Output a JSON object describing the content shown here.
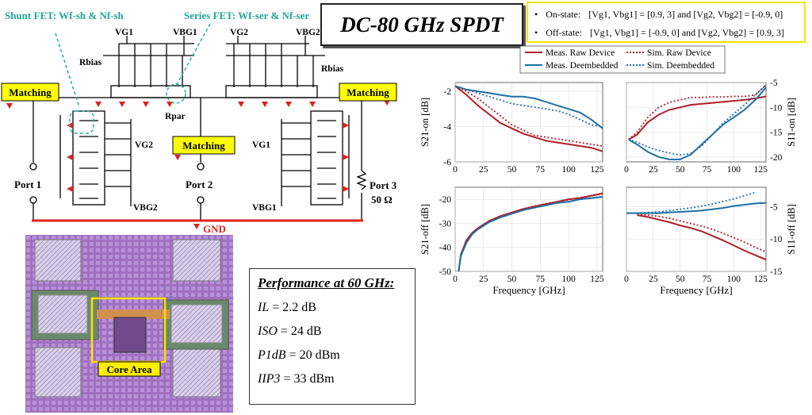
{
  "title": "DC-80 GHz SPDT",
  "states": {
    "on": {
      "bullet": "•",
      "label": "On-state:",
      "value": "[Vg1, Vbg1] = [0.9, 3] and [Vg2, Vbg2] = [-0.9, 0]"
    },
    "off": {
      "bullet": "•",
      "label": "Off-state:",
      "value": "[Vg1, Vbg1] = [-0.9, 0] and [Vg2, Vbg2] = [0.9, 3]"
    }
  },
  "circuit": {
    "shunt_label": "Shunt FET: Wf-sh & Nf-sh",
    "series_label": "Series FET: Wf-ser & Nf-ser",
    "matching": "Matching",
    "vg1": "VG1",
    "vbg1": "VBG1",
    "vg2": "VG2",
    "vbg2": "VBG2",
    "rbias": "Rbias",
    "rpar": "Rpar",
    "port1": "Port 1",
    "port2": "Port 2",
    "port3": "Port 3",
    "port3_res": "50 Ω",
    "gnd": "GND"
  },
  "die": {
    "core_label": "Core Area"
  },
  "performance": {
    "title": "Performance at 60 GHz:",
    "items": [
      {
        "name": "IL",
        "value": "= 2.2 dB"
      },
      {
        "name": "ISO",
        "value": "= 24 dB"
      },
      {
        "name": "P1dB",
        "value": "= 20 dBm"
      },
      {
        "name": "IIP3",
        "value": "= 33 dBm"
      }
    ]
  },
  "legend": [
    {
      "label": "Meas. Raw Device",
      "color": "#b01e28",
      "style": "solid"
    },
    {
      "label": "Sim. Raw Device",
      "color": "#b01e28",
      "style": "dotted"
    },
    {
      "label": "Meas. Deembedded",
      "color": "#1f6fa3",
      "style": "solid"
    },
    {
      "label": "Sim. Deembedded",
      "color": "#1f6fa3",
      "style": "dotted"
    }
  ],
  "chart_data": [
    {
      "type": "line",
      "ylabel": "S21-on [dB]",
      "xlabel": "",
      "xlim": [
        0,
        130
      ],
      "ylim": [
        -6,
        -1.5
      ],
      "xticks": [
        0,
        25,
        50,
        75,
        100,
        125
      ],
      "yticks": [
        -2,
        -4,
        -6
      ],
      "yaxis": "left",
      "grid": true,
      "series": [
        {
          "x": [
            0,
            10,
            20,
            30,
            40,
            50,
            60,
            70,
            80,
            90,
            100,
            110,
            120,
            130
          ],
          "y": [
            -1.7,
            -2.2,
            -2.8,
            -3.3,
            -3.8,
            -4.1,
            -4.4,
            -4.6,
            -4.8,
            -4.9,
            -5.0,
            -5.1,
            -5.2,
            -5.4
          ]
        },
        {
          "x": [
            0,
            10,
            20,
            30,
            40,
            50,
            60,
            70,
            80,
            90,
            100,
            110,
            120,
            130
          ],
          "y": [
            -1.7,
            -2.0,
            -2.4,
            -2.9,
            -3.4,
            -3.9,
            -4.2,
            -4.5,
            -4.6,
            -4.7,
            -4.8,
            -4.9,
            -5.0,
            -5.1
          ]
        },
        {
          "x": [
            0,
            10,
            20,
            30,
            40,
            50,
            60,
            70,
            80,
            90,
            100,
            110,
            120,
            130
          ],
          "y": [
            -1.7,
            -1.9,
            -2.0,
            -2.1,
            -2.2,
            -2.3,
            -2.3,
            -2.4,
            -2.6,
            -2.8,
            -3.0,
            -3.2,
            -3.6,
            -4.1
          ]
        },
        {
          "x": [
            0,
            10,
            20,
            30,
            40,
            50,
            60,
            70,
            80,
            90,
            100,
            110,
            120,
            130
          ],
          "y": [
            -1.7,
            -1.9,
            -2.1,
            -2.3,
            -2.5,
            -2.7,
            -2.8,
            -2.9,
            -3.0,
            -3.1,
            -3.3,
            -3.6,
            -3.9,
            -4.0
          ]
        }
      ]
    },
    {
      "type": "line",
      "ylabel": "S11-on [dB]",
      "xlabel": "",
      "xlim": [
        0,
        130
      ],
      "ylim": [
        -21,
        -5
      ],
      "xticks": [
        0,
        25,
        50,
        75,
        100,
        125
      ],
      "yticks": [
        -5,
        -10,
        -15,
        -20
      ],
      "yaxis": "right",
      "grid": true,
      "series": [
        {
          "x": [
            2,
            10,
            20,
            30,
            40,
            50,
            60,
            70,
            80,
            90,
            100,
            110,
            120,
            130
          ],
          "y": [
            -16.5,
            -15.5,
            -13,
            -11.5,
            -10.5,
            -10,
            -9.5,
            -9.3,
            -9.1,
            -8.9,
            -8.7,
            -8.5,
            -8.2,
            -7.8
          ]
        },
        {
          "x": [
            2,
            10,
            20,
            30,
            40,
            50,
            60,
            70,
            80,
            90,
            100,
            110,
            120,
            130
          ],
          "y": [
            -16.5,
            -15,
            -12,
            -10,
            -9,
            -8.5,
            -8,
            -8,
            -7.9,
            -7.9,
            -7.8,
            -7.8,
            -7.5,
            -5.5
          ]
        },
        {
          "x": [
            2,
            10,
            20,
            30,
            40,
            50,
            60,
            70,
            80,
            90,
            100,
            110,
            120,
            130
          ],
          "y": [
            -16.5,
            -17.5,
            -19,
            -20,
            -20.5,
            -20.5,
            -19.5,
            -17.5,
            -15.5,
            -13.5,
            -12,
            -10.5,
            -8.5,
            -6
          ]
        },
        {
          "x": [
            2,
            10,
            20,
            30,
            40,
            50,
            60,
            70,
            80,
            90,
            100,
            110,
            120,
            130
          ],
          "y": [
            -16.5,
            -17,
            -18,
            -18.7,
            -19.2,
            -19.6,
            -19.3,
            -17.8,
            -15.5,
            -13.2,
            -11.3,
            -9.5,
            -7.5,
            -5.5
          ]
        }
      ]
    },
    {
      "type": "line",
      "ylabel": "S21-off [dB]",
      "xlabel": "Frequency [GHz]",
      "xlim": [
        0,
        130
      ],
      "ylim": [
        -50,
        -15
      ],
      "xticks": [
        0,
        25,
        50,
        75,
        100,
        125
      ],
      "yticks": [
        -20,
        -30,
        -40,
        -50
      ],
      "yaxis": "left",
      "grid": true,
      "series": [
        {
          "x": [
            3,
            5,
            10,
            15,
            20,
            30,
            40,
            50,
            60,
            70,
            80,
            90,
            100,
            110,
            120,
            130
          ],
          "y": [
            -50,
            -43,
            -37,
            -34,
            -32,
            -29,
            -27,
            -25.5,
            -24,
            -23,
            -22,
            -21,
            -20,
            -19.5,
            -18.5,
            -17.5
          ]
        },
        {
          "x": [
            3,
            5,
            10,
            15,
            20,
            30,
            40,
            50,
            60,
            70,
            80,
            90,
            100,
            110,
            120,
            130
          ],
          "y": [
            -50,
            -43,
            -37,
            -34,
            -32,
            -29,
            -27,
            -25.5,
            -24,
            -22.8,
            -21.8,
            -21,
            -20.2,
            -19.3,
            -18.5,
            -17.8
          ]
        },
        {
          "x": [
            3,
            5,
            10,
            15,
            20,
            30,
            40,
            50,
            60,
            70,
            80,
            90,
            100,
            110,
            120,
            130
          ],
          "y": [
            -50,
            -43.5,
            -38,
            -34.5,
            -32.5,
            -29.5,
            -27.5,
            -26,
            -24.5,
            -23.5,
            -22.5,
            -21.5,
            -21,
            -20,
            -19.5,
            -19
          ]
        },
        {
          "x": [
            3,
            5,
            10,
            15,
            20,
            30,
            40,
            50,
            60,
            70,
            80,
            90,
            100,
            110,
            120,
            130
          ],
          "y": [
            -50,
            -43.5,
            -38,
            -34.5,
            -32.5,
            -29.5,
            -27.5,
            -26,
            -24.5,
            -23.5,
            -22.5,
            -21.5,
            -21,
            -20,
            -19.5,
            -18.8
          ]
        }
      ]
    },
    {
      "type": "line",
      "ylabel": "S11-off [dB]",
      "xlabel": "Frequency [GHz]",
      "xlim": [
        0,
        130
      ],
      "ylim": [
        -15,
        -2
      ],
      "xticks": [
        0,
        25,
        50,
        75,
        100,
        125
      ],
      "yticks": [
        -5,
        -10,
        -15
      ],
      "yaxis": "right",
      "grid": true,
      "series": [
        {
          "x": [
            10,
            20,
            30,
            40,
            50,
            60,
            70,
            80,
            90,
            100,
            110,
            120,
            130
          ],
          "y": [
            -6.3,
            -6.6,
            -7,
            -7.4,
            -7.9,
            -8.3,
            -8.8,
            -9.5,
            -10.2,
            -11,
            -11.8,
            -12.5,
            -13.2
          ]
        },
        {
          "x": [
            10,
            20,
            30,
            40,
            50,
            60,
            70,
            80,
            90,
            100,
            110,
            120,
            130
          ],
          "y": [
            -6.2,
            -6.3,
            -6.5,
            -6.8,
            -7.2,
            -7.6,
            -8.0,
            -8.5,
            -9.1,
            -9.8,
            -10.5,
            -11.3,
            -12
          ]
        },
        {
          "x": [
            0,
            10,
            20,
            30,
            40,
            50,
            60,
            70,
            80,
            90,
            100,
            110,
            120,
            130
          ],
          "y": [
            -6,
            -6,
            -6,
            -6,
            -5.9,
            -5.8,
            -5.7,
            -5.6,
            -5.4,
            -5.2,
            -4.9,
            -4.7,
            -4.5,
            -4.4
          ]
        },
        {
          "x": [
            0,
            10,
            20,
            30,
            40,
            50,
            60,
            70,
            80,
            90,
            100,
            110,
            120
          ],
          "y": [
            -6,
            -6,
            -5.9,
            -5.8,
            -5.6,
            -5.4,
            -5.2,
            -4.9,
            -4.6,
            -4.2,
            -3.8,
            -3.3,
            -2.8
          ]
        }
      ]
    }
  ]
}
